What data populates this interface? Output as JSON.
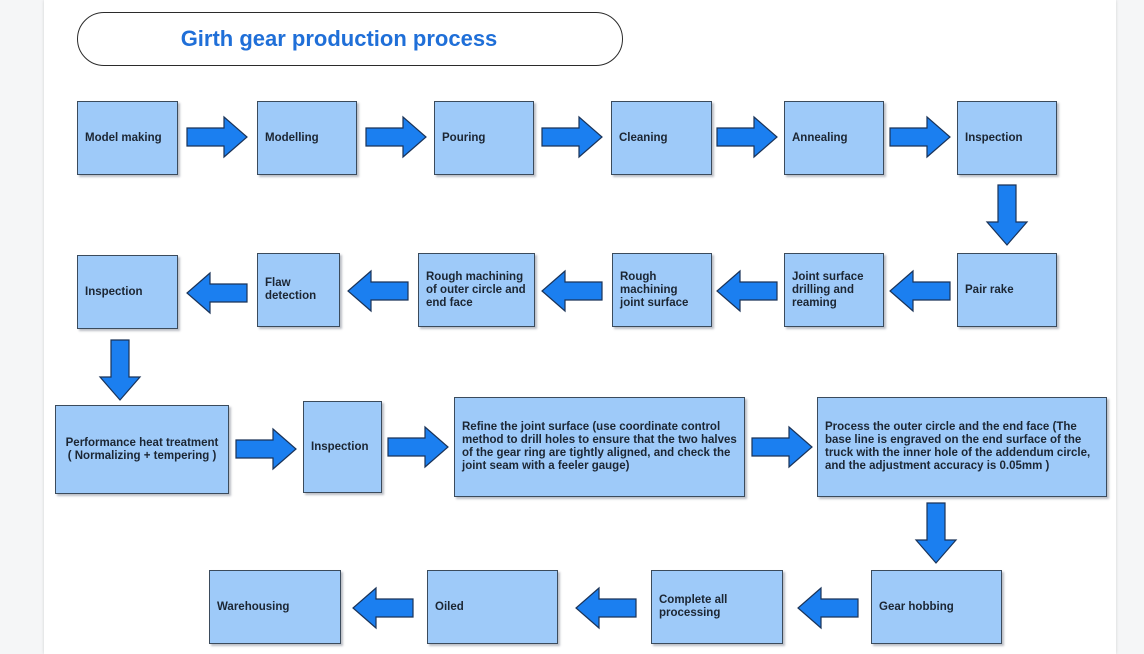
{
  "title": "Girth gear production process",
  "colors": {
    "box_fill": "#9ecaf9",
    "arrow_fill": "#1b7ff0",
    "title": "#1f6fd8"
  },
  "steps": {
    "model_making": "Model making",
    "modelling": "Modelling",
    "pouring": "Pouring",
    "cleaning": "Cleaning",
    "annealing": "Annealing",
    "inspection_1": "Inspection",
    "pair_rake": "Pair rake",
    "joint_drilling": "Joint surface drilling and reaming",
    "rough_joint": "Rough machining joint surface",
    "rough_outer": "Rough machining of outer circle and end face",
    "flaw_detection": "Flaw detection",
    "inspection_2": "Inspection",
    "heat_treatment": "Performance heat treatment\n( Normalizing + tempering )",
    "inspection_3": "Inspection",
    "refine_joint": "Refine the joint surface (use coordinate control method to drill holes to ensure that the two halves of the gear ring are tightly aligned, and check the joint seam with a feeler gauge)",
    "process_outer": "Process the outer circle and the end face (The base line is engraved on the end surface of the truck with the inner hole of the addendum circle, and the adjustment accuracy is 0.05mm )",
    "gear_hobbing": "Gear hobbing",
    "complete_processing": "Complete all processing",
    "oiled": "Oiled",
    "warehousing": "Warehousing"
  }
}
